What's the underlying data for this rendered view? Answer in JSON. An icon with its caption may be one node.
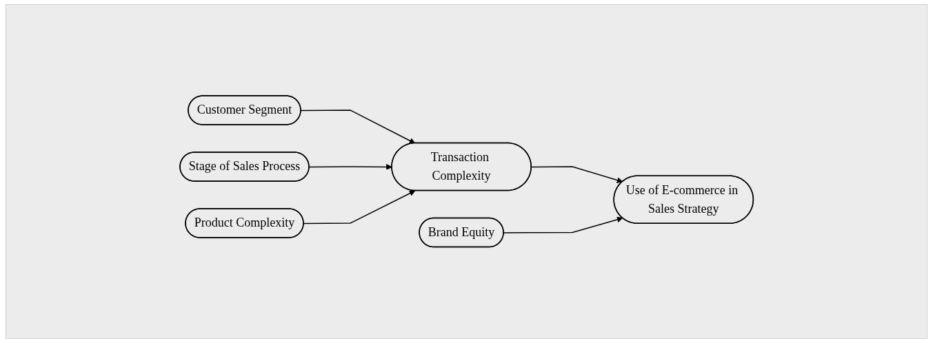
{
  "diagram": {
    "nodes": [
      {
        "text": [
          "Customer Segment"
        ]
      },
      {
        "text": [
          "Stage of Sales Process"
        ]
      },
      {
        "text": [
          "Product Complexity"
        ]
      },
      {
        "text": [
          "Transaction Complexity"
        ]
      },
      {
        "text": [
          "Brand Equity"
        ]
      },
      {
        "text": [
          "Use of E-commerce in Sales Strategy"
        ]
      }
    ],
    "edges": [
      {
        "from": 0,
        "to": 3,
        "arrow": "to"
      },
      {
        "from": 1,
        "to": 3,
        "arrow": "to"
      },
      {
        "from": 2,
        "to": 3,
        "arrow": "to"
      },
      {
        "from": 3,
        "to": 5,
        "arrow": "to"
      },
      {
        "from": 4,
        "to": 5,
        "arrow": "to"
      }
    ]
  }
}
